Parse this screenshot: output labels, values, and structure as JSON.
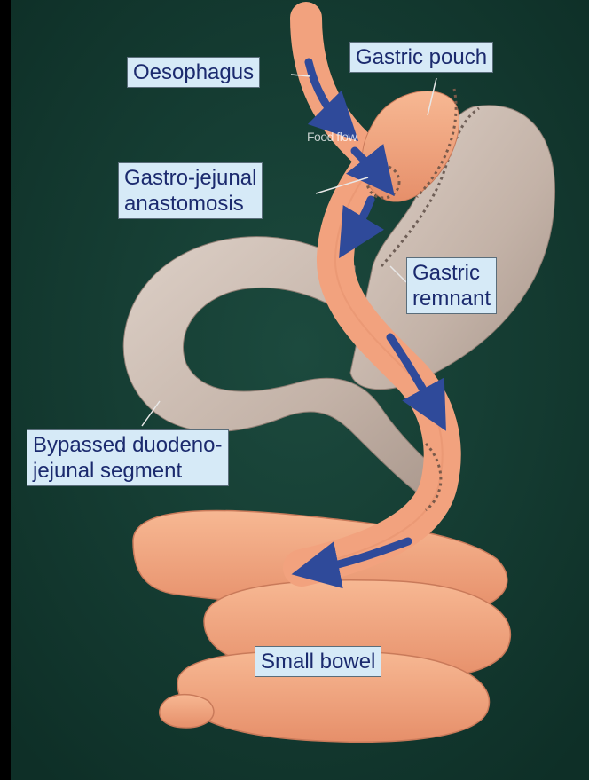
{
  "labels": {
    "oesophagus": "Oesophagus",
    "gastric_pouch": "Gastric pouch",
    "food_flow": "Food flow",
    "gastro_jejunal_line1": "Gastro-jejunal",
    "gastro_jejunal_line2": "anastomosis",
    "gastric_remnant_line1": "Gastric",
    "gastric_remnant_line2": "remnant",
    "bypassed_line1": "Bypassed duodeno-",
    "bypassed_line2": "jejunal segment",
    "small_bowel": "Small bowel"
  },
  "colors": {
    "background": "#123a30",
    "bowel": "#f2a27e",
    "stomach": "#c9b8ae",
    "arrow": "#2f4a9a",
    "label_bg": "#d6eaf7",
    "label_text": "#1b2a6e"
  }
}
